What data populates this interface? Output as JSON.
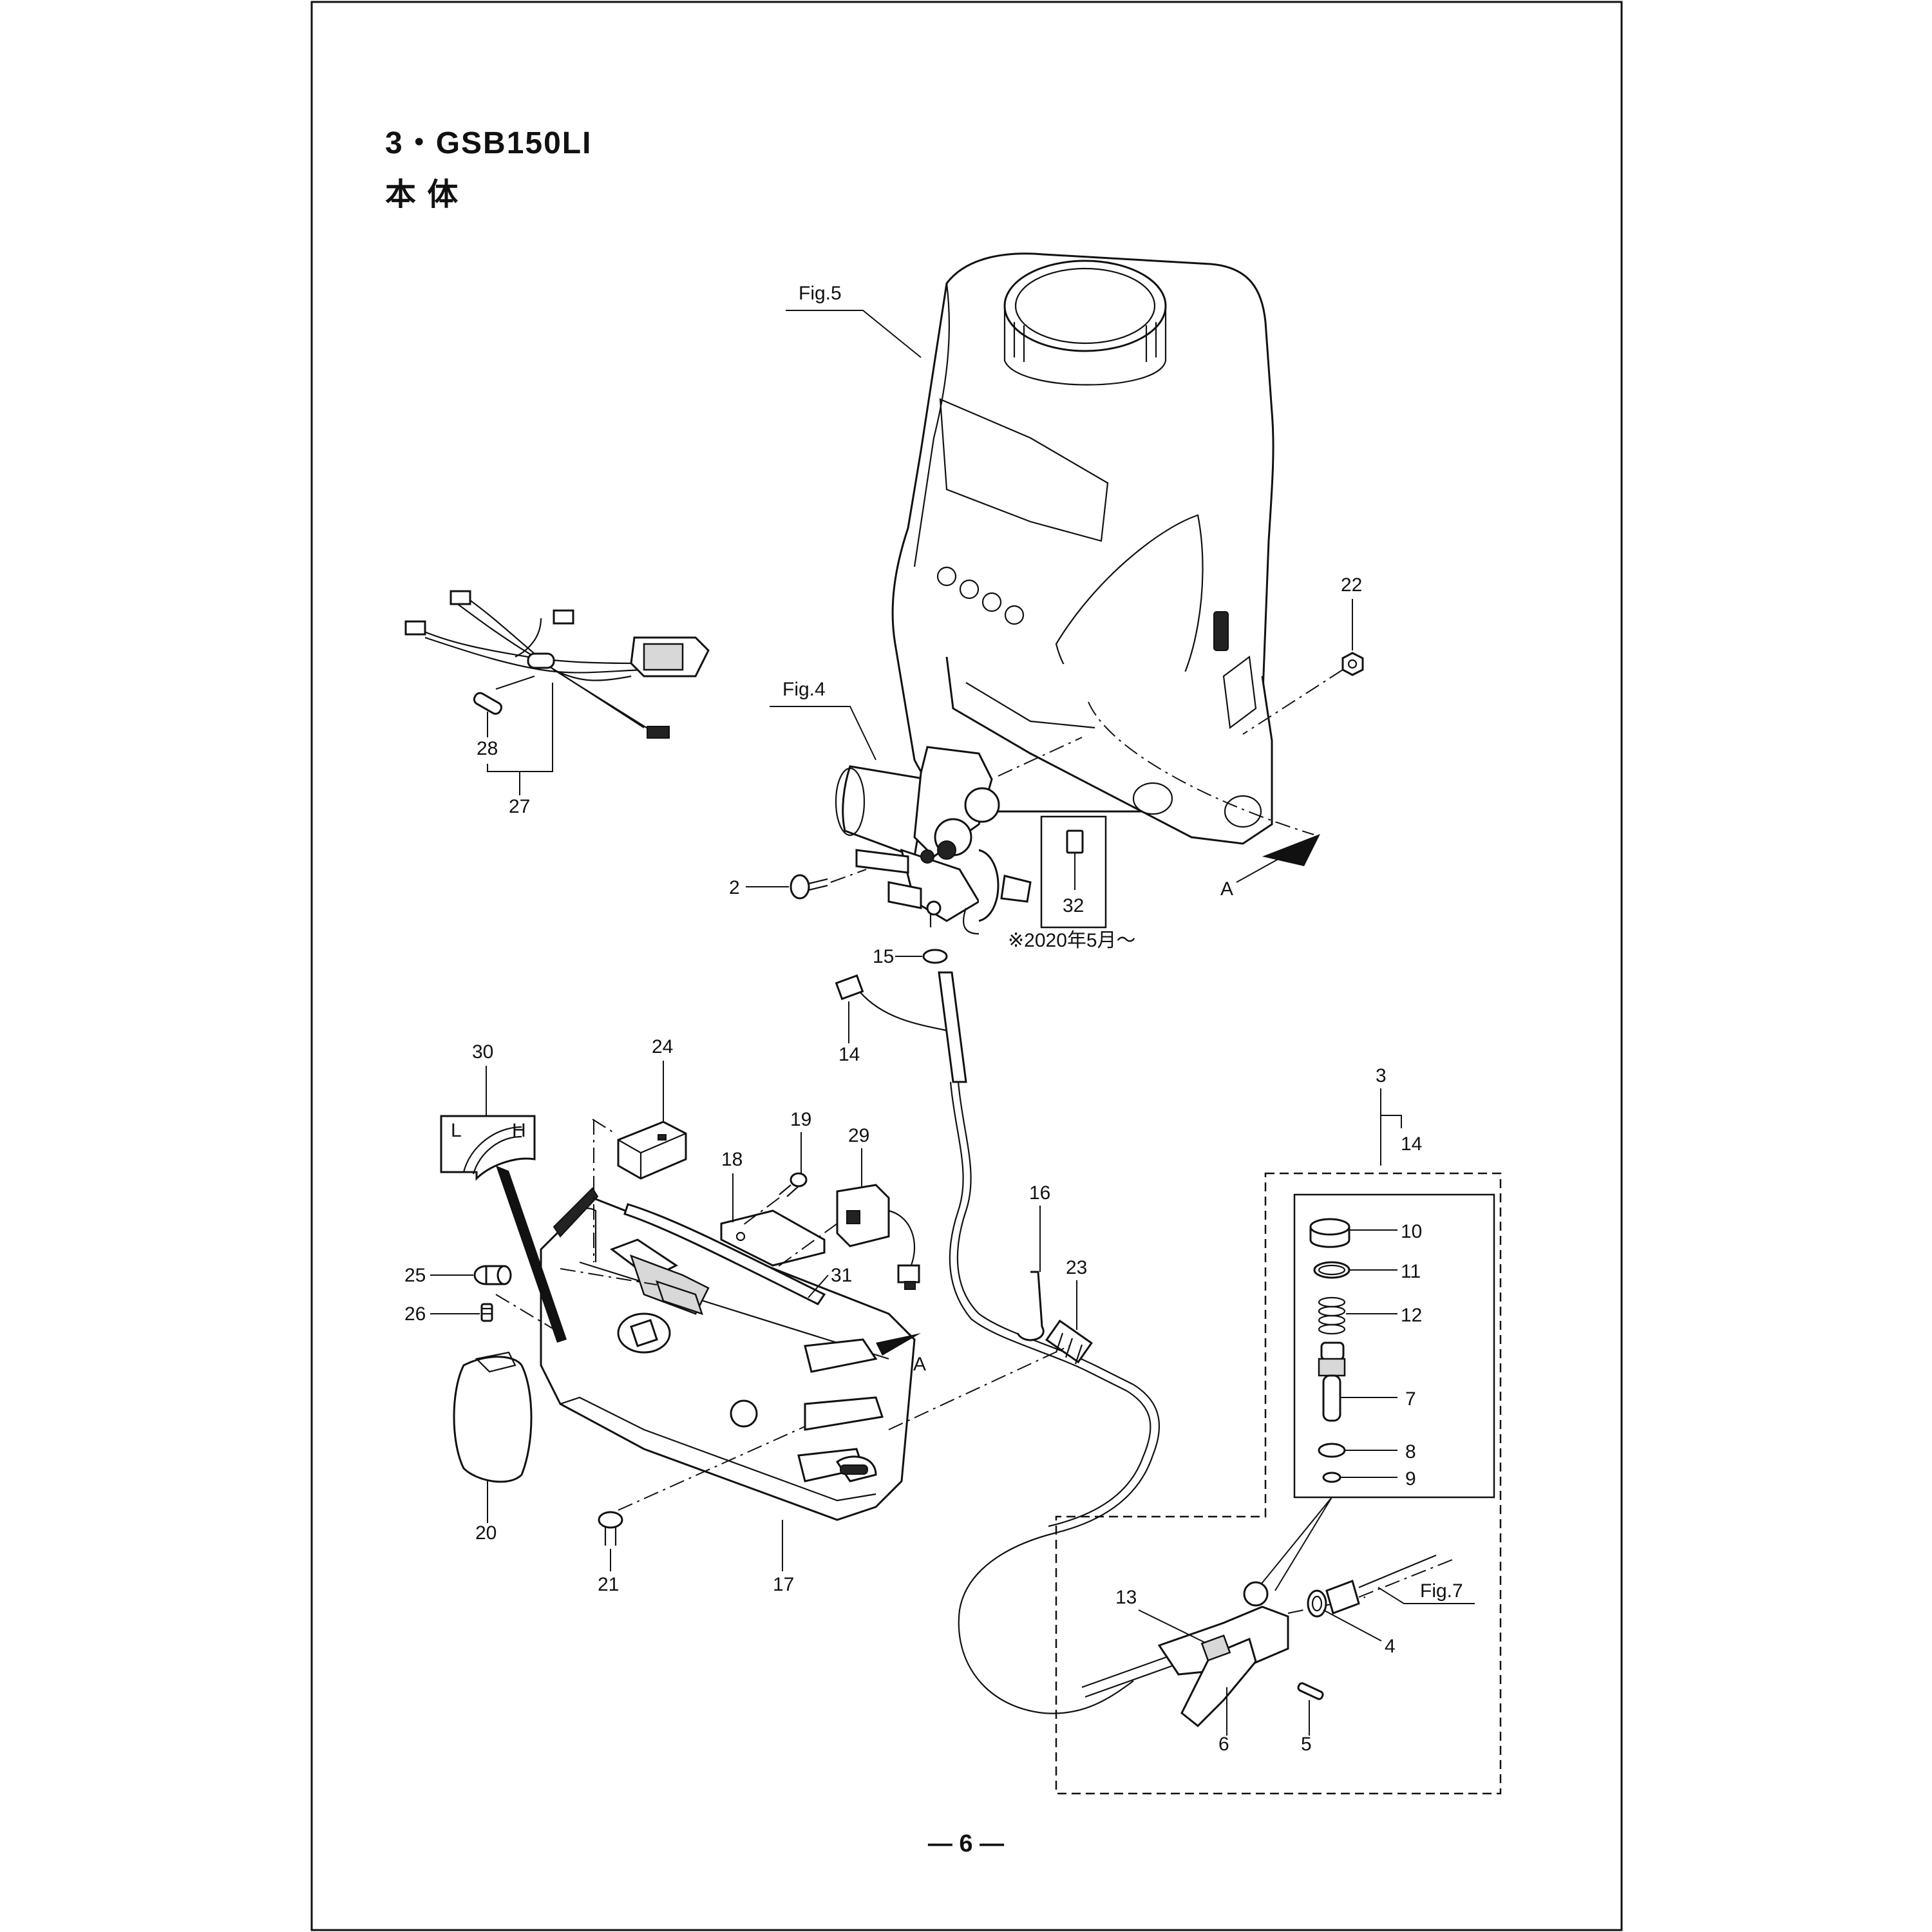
{
  "header": {
    "title_line1": "3・GSB150LI",
    "title_line2": "本 体"
  },
  "figure_refs": {
    "fig5": "Fig.5",
    "fig4": "Fig.4",
    "fig7": "Fig.7"
  },
  "view_markers": {
    "a_upper": "A",
    "a_lower": "A"
  },
  "note": {
    "since_text": "※2020年5月～"
  },
  "indicator_label": {
    "low": "L",
    "high": "H"
  },
  "callouts": {
    "p2": "2",
    "p3": "3",
    "p4": "4",
    "p5": "5",
    "p6": "6",
    "p7": "7",
    "p8": "8",
    "p9": "9",
    "p10": "10",
    "p11": "11",
    "p12": "12",
    "p13": "13",
    "p14_group": "14",
    "p14": "14",
    "p15": "15",
    "p16": "16",
    "p17": "17",
    "p18": "18",
    "p19": "19",
    "p20": "20",
    "p21": "21",
    "p22": "22",
    "p23": "23",
    "p24": "24",
    "p25": "25",
    "p26": "26",
    "p27": "27",
    "p28": "28",
    "p29": "29",
    "p30": "30",
    "p31": "31",
    "p32": "32"
  },
  "footer": {
    "page_number": "― 6 ―"
  }
}
